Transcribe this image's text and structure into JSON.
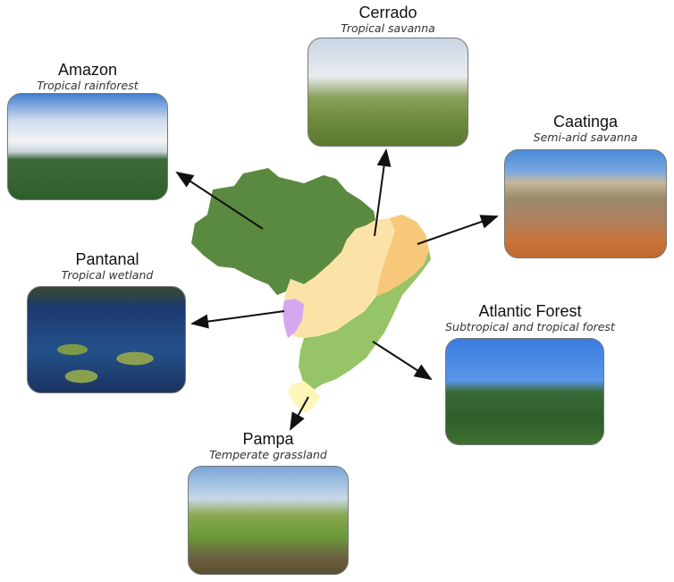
{
  "biomes": [
    {
      "name": "Amazon",
      "subtitle": "Tropical rainforest",
      "color": "#5a8a40"
    },
    {
      "name": "Cerrado",
      "subtitle": "Tropical savanna",
      "color": "#fbe3a8"
    },
    {
      "name": "Caatinga",
      "subtitle": "Semi-arid savanna",
      "color": "#f7c77a"
    },
    {
      "name": "Pantanal",
      "subtitle": "Tropical wetland",
      "color": "#d4a8f0"
    },
    {
      "name": "Atlantic Forest",
      "subtitle": "Subtropical and tropical forest",
      "color": "#96c466"
    },
    {
      "name": "Pampa",
      "subtitle": "Temperate grassland",
      "color": "#fdf6b8"
    }
  ]
}
